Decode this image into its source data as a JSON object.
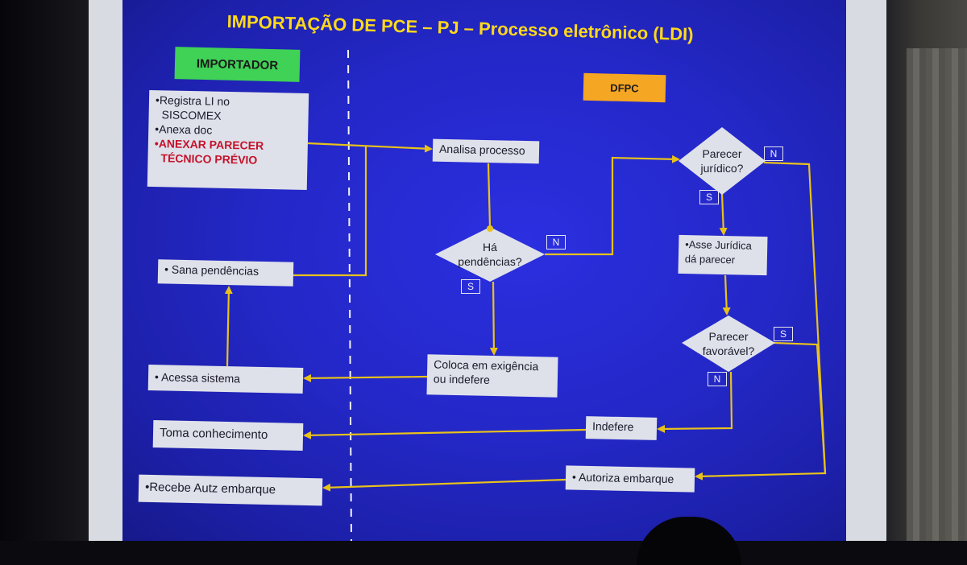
{
  "title": "IMPORTAÇÃO DE PCE – PJ – Processo eletrônico (LDI)",
  "lanes": {
    "importador": "IMPORTADOR",
    "dfpc": "DFPC"
  },
  "importador_boxes": {
    "registra": {
      "line1": "•Registra LI no",
      "line2": "SISCOMEX",
      "line3": "•Anexa doc",
      "line4": "•ANEXAR PARECER",
      "line5": "TÉCNICO PRÉVIO"
    },
    "sana": "• Sana pendências",
    "acessa": "• Acessa  sistema",
    "toma": "Toma conhecimento",
    "recebe": "•Recebe Autz embarque"
  },
  "dfpc_boxes": {
    "analisa": "Analisa processo",
    "coloca_line1": "Coloca em exigência",
    "coloca_line2": "ou indefere",
    "indefere": "Indefere",
    "autoriza": "• Autoriza embarque",
    "asse_line1": "•Asse Jurídica",
    "asse_line2": "dá parecer"
  },
  "decisions": {
    "pendencias_line1": "Há",
    "pendencias_line2": "pendências?",
    "juridico_line1": "Parecer",
    "juridico_line2": "jurídico?",
    "favoravel_line1": "Parecer",
    "favoravel_line2": "favorável?"
  },
  "tags": {
    "pend_s": "S",
    "pend_n": "N",
    "jur_s": "S",
    "jur_n": "N",
    "fav_s": "S",
    "fav_n": "N"
  },
  "colors": {
    "slide": "#2428c8",
    "arrow": "#e8c21a",
    "box": "#dfe1ea",
    "importador_label": "#3fd256",
    "dfpc_label": "#f5a623",
    "title": "#ffd91a",
    "alert_text": "#c4122a"
  }
}
